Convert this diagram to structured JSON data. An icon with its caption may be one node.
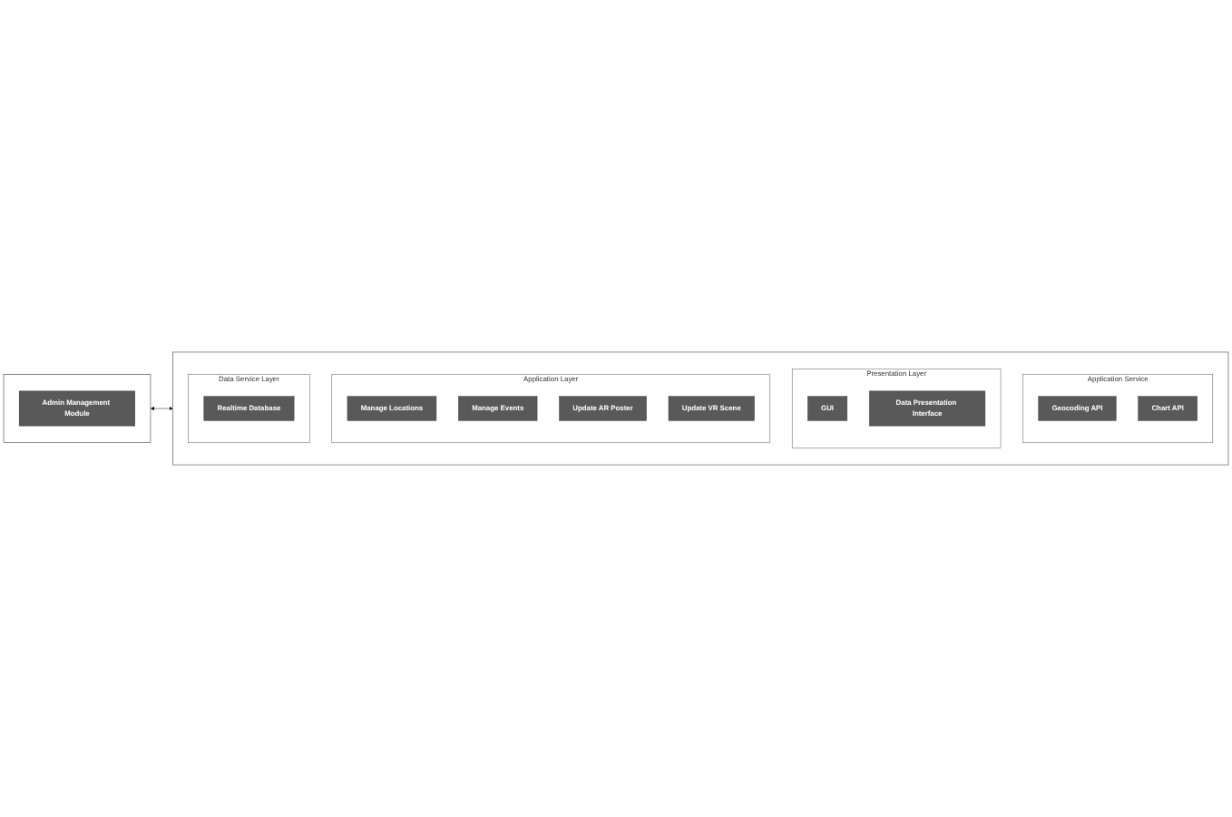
{
  "diagram": {
    "nodes": [
      {
        "text": [],
        "shape": "box"
      },
      {
        "text": [
          "Admin Management Module"
        ],
        "in": 0
      },
      {
        "text": [],
        "shape": "box"
      },
      {
        "text": [
          "Application Service"
        ],
        "in": 2
      },
      {
        "text": [
          "Geocoding API"
        ],
        "in": 3
      },
      {
        "text": [
          "Chart API"
        ],
        "in": 3
      },
      {
        "text": [
          "Presentation Layer"
        ],
        "in": 2
      },
      {
        "text": [
          "GUI"
        ],
        "in": 6
      },
      {
        "text": [
          "Data Presentation Interface"
        ],
        "in": 6
      },
      {
        "text": [
          "Application Layer"
        ],
        "in": 2
      },
      {
        "text": [
          "Manage Locations"
        ],
        "in": 9
      },
      {
        "text": [
          "Manage Events"
        ],
        "in": 9
      },
      {
        "text": [
          "Update AR Poster"
        ],
        "in": 9
      },
      {
        "text": [
          "Update VR Scene"
        ],
        "in": 9
      },
      {
        "text": [
          "Data Service Layer"
        ],
        "in": 2
      },
      {
        "text": [
          "Realtime Database"
        ],
        "in": 14
      }
    ],
    "edges": [
      {
        "from": 0,
        "to": 2,
        "arrow": "both"
      }
    ]
  }
}
